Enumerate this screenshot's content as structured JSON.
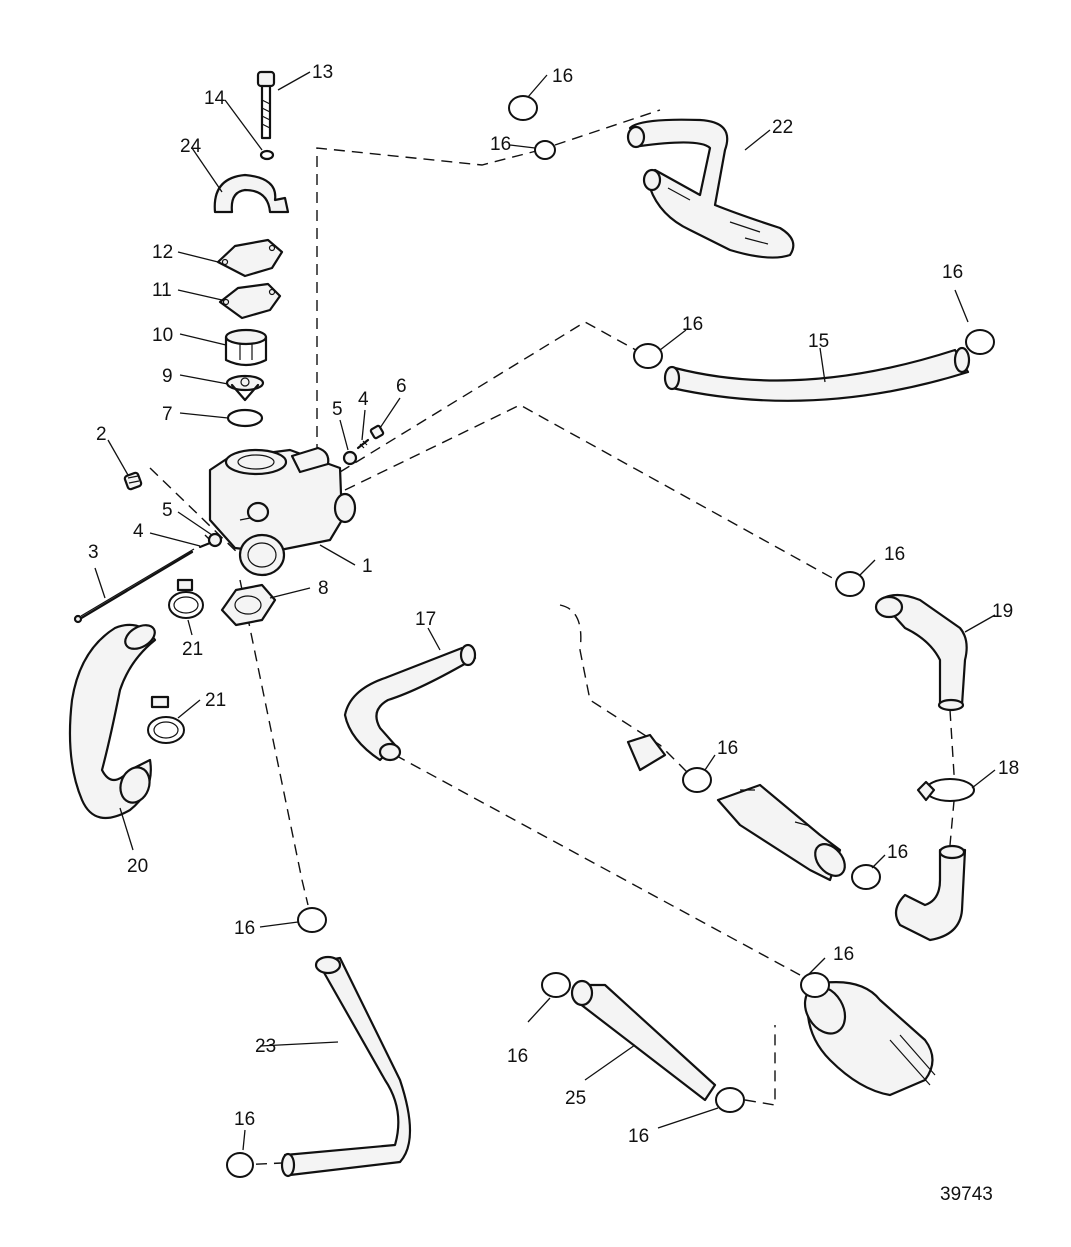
{
  "figure_number": "39743",
  "callouts": {
    "c1": "1",
    "c2": "2",
    "c3": "3",
    "c4a": "4",
    "c4b": "4",
    "c5a": "5",
    "c5b": "5",
    "c6": "6",
    "c7": "7",
    "c8": "8",
    "c9": "9",
    "c10": "10",
    "c11": "11",
    "c12": "12",
    "c13": "13",
    "c14": "14",
    "c15": "15",
    "c16a": "16",
    "c16b": "16",
    "c16c": "16",
    "c16d": "16",
    "c16e": "16",
    "c16f": "16",
    "c16g": "16",
    "c16h": "16",
    "c16i": "16",
    "c16j": "16",
    "c16k": "16",
    "c16l": "16",
    "c17": "17",
    "c18": "18",
    "c19": "19",
    "c20": "20",
    "c21a": "21",
    "c21b": "21",
    "c22": "22",
    "c23": "23",
    "c24": "24",
    "c25": "25"
  }
}
